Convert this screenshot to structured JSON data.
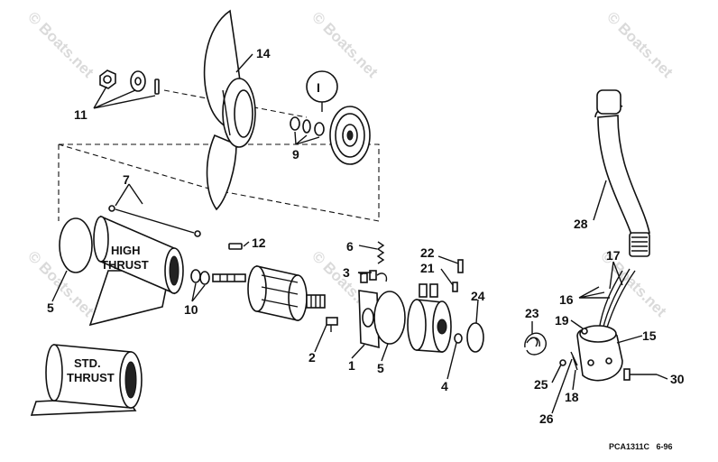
{
  "labels": {
    "p14": "14",
    "p11": "11",
    "p9": "9",
    "p7": "7",
    "p12": "12",
    "p6": "6",
    "p22": "22",
    "p21": "21",
    "p3": "3",
    "p24": "24",
    "p5a": "5",
    "p10": "10",
    "p2": "2",
    "p1": "1",
    "p5b": "5",
    "p4": "4",
    "p28": "28",
    "p17": "17",
    "p16": "16",
    "p23": "23",
    "p19": "19",
    "p15": "15",
    "p25": "25",
    "p30": "30",
    "p18": "18",
    "p26": "26"
  },
  "callout_letter": "I",
  "sticker_high": [
    "HIGH",
    "THRUST"
  ],
  "sticker_std": [
    "STD.",
    "THRUST"
  ],
  "footer_code": "PCA1311C   6-96",
  "watermark": "© Boats.net"
}
